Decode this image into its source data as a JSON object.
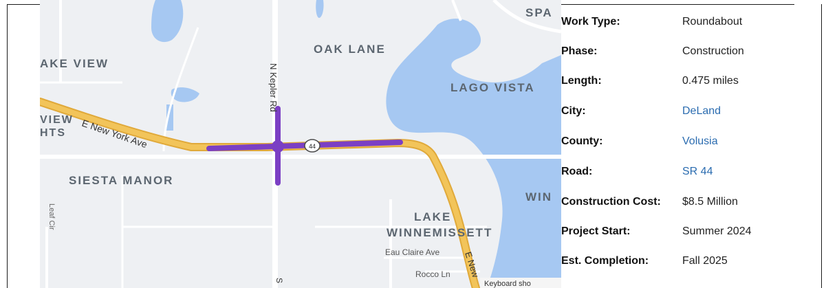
{
  "map": {
    "labels": {
      "oak_lane": "OAK LANE",
      "lake_view": "AKE VIEW",
      "lago_vista": "LAGO VISTA",
      "view": "VIEW",
      "hts": "HTS",
      "siesta_manor": "SIESTA MANOR",
      "lake": "LAKE",
      "winnemissett": "WINNEMISSETT",
      "spa": "SPA",
      "win": "WIN",
      "new_york_ave": "E New York Ave",
      "n_kepler_rd": "N Kepler Rd",
      "route_44": "44",
      "leaf_cir": "Leaf Cir",
      "eau_claire_ave": "Eau Claire Ave",
      "rocco_ln": "Rocco Ln",
      "e_new": "E New",
      "s": "S",
      "keyboard_shortcuts": "Keyboard sho"
    },
    "colors": {
      "water": "#a6c8f2",
      "land": "#eef0f3",
      "highway": "#f2c45a",
      "highway_edge": "#e0a93a",
      "project": "#7b3fc4",
      "road": "#ffffff"
    }
  },
  "details": {
    "rows": [
      {
        "label": "Work Type:",
        "value": "Roundabout",
        "link": false
      },
      {
        "label": "Phase:",
        "value": "Construction",
        "link": false
      },
      {
        "label": "Length:",
        "value": "0.475 miles",
        "link": false
      },
      {
        "label": "City:",
        "value": "DeLand",
        "link": true
      },
      {
        "label": "County:",
        "value": "Volusia",
        "link": true
      },
      {
        "label": "Road:",
        "value": "SR 44",
        "link": true
      },
      {
        "label": "Construction Cost:",
        "value": "$8.5 Million",
        "link": false
      },
      {
        "label": "Project Start:",
        "value": "Summer 2024",
        "link": false
      },
      {
        "label": "Est. Completion:",
        "value": "Fall 2025",
        "link": false
      }
    ]
  }
}
